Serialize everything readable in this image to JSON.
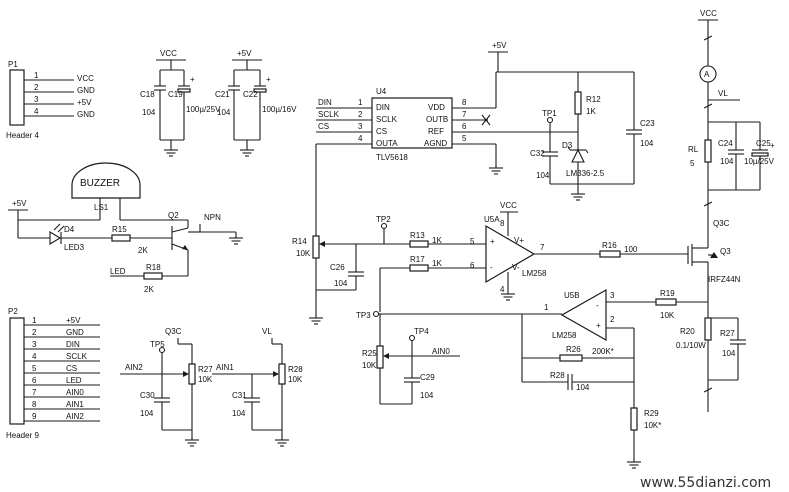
{
  "p1": {
    "ref": "P1",
    "name": "Header 4",
    "pins": [
      "1",
      "2",
      "3",
      "4"
    ],
    "nets": [
      "VCC",
      "GND",
      "+5V",
      "GND"
    ]
  },
  "p2": {
    "ref": "P2",
    "name": "Header 9",
    "pins": [
      "1",
      "2",
      "3",
      "4",
      "5",
      "6",
      "7",
      "8",
      "9"
    ],
    "nets": [
      "+5V",
      "GND",
      "DIN",
      "SCLK",
      "CS",
      "LED",
      "AIN0",
      "AIN1",
      "AIN2"
    ]
  },
  "supply": {
    "c18": {
      "vcc": "VCC",
      "ref": "C18",
      "val": "104"
    },
    "c19": {
      "ref": "C19",
      "val": "100µ/25V"
    },
    "c21": {
      "vcc": "+5V",
      "ref": "C21",
      "val": "104"
    },
    "c22": {
      "ref": "C22",
      "val": "100µ/16V"
    }
  },
  "buzzer": {
    "label": "BUZZER",
    "ref": "LS1",
    "vcc": "+5V",
    "d4": "D4",
    "led": "LED3",
    "r15": "R15",
    "r15v": "2K",
    "r18": "R18",
    "r18v": "2K",
    "netled": "LED",
    "q2": "Q2",
    "npn": "NPN"
  },
  "dac": {
    "ref": "U4",
    "part": "TLV5618",
    "pins_left": [
      "DIN",
      "SCLK",
      "CS",
      "OUTA"
    ],
    "nums_left": [
      "1",
      "2",
      "3",
      "4"
    ],
    "pins_right": [
      "VDD",
      "OUTB",
      "REF",
      "AGND"
    ],
    "nums_right": [
      "8",
      "7",
      "6",
      "5"
    ],
    "nets": [
      "DIN",
      "SCLK",
      "CS"
    ],
    "vcc": "+5V"
  },
  "ref": {
    "tp1": "TP1",
    "r12": "R12",
    "r12v": "1K",
    "d3": "D3",
    "d3v": "LM336-2.5",
    "c32": "C32",
    "c32v": "104",
    "c23": "C23",
    "c23v": "104"
  },
  "opa": {
    "ref": "U5A",
    "part": "LM258",
    "plus": "+",
    "minus": "-",
    "vp": "V+",
    "vm": "V-",
    "p3": "5",
    "p2": "6",
    "out": "7",
    "p8": "8",
    "p4": "4",
    "vcc": "VCC",
    "tp2": "TP2",
    "r13": "R13",
    "r13v": "1K",
    "r17": "R17",
    "r17v": "1K",
    "r14": "R14",
    "r14v": "10K",
    "c26": "C26",
    "c26v": "104",
    "r16": "R16",
    "r16v": "100"
  },
  "q3": {
    "ref": "Q3",
    "part": "IRFZ44N",
    "net": "Q3C"
  },
  "load": {
    "vcc": "VCC",
    "meter": "A",
    "vl": "VL",
    "rl": "RL",
    "rlv": "5",
    "c24": "C24",
    "c24v": "104",
    "c25": "C25",
    "c25v": "10µ/25V"
  },
  "opb": {
    "ref": "U5B",
    "part": "LM258",
    "p1": "1",
    "p3": "3",
    "p2": "2",
    "tp3": "TP3",
    "r19": "R19",
    "r19v": "10K",
    "r20": "R20",
    "r20v": "0.1/10W",
    "r27b": "R27",
    "r27bv": "104",
    "r26": "R26",
    "r26v": "200K*",
    "r28": "R28",
    "r28v": "104",
    "r29": "R29",
    "r29v": "10K*",
    "r25": "R25",
    "r25v": "10K",
    "tp4": "TP4",
    "ain0": "AIN0",
    "c29": "C29",
    "c29v": "104"
  },
  "ain": {
    "tp5": "TP5",
    "q3c": "Q3C",
    "ain2": "AIN2",
    "r27": "R27",
    "r27v": "10K",
    "c30": "C30",
    "c30v": "104",
    "ain1": "AIN1",
    "vl": "VL",
    "r28": "R28",
    "r28v": "10K",
    "c31": "C31",
    "c31v": "104"
  },
  "watermark": "www.55dianzi.com"
}
